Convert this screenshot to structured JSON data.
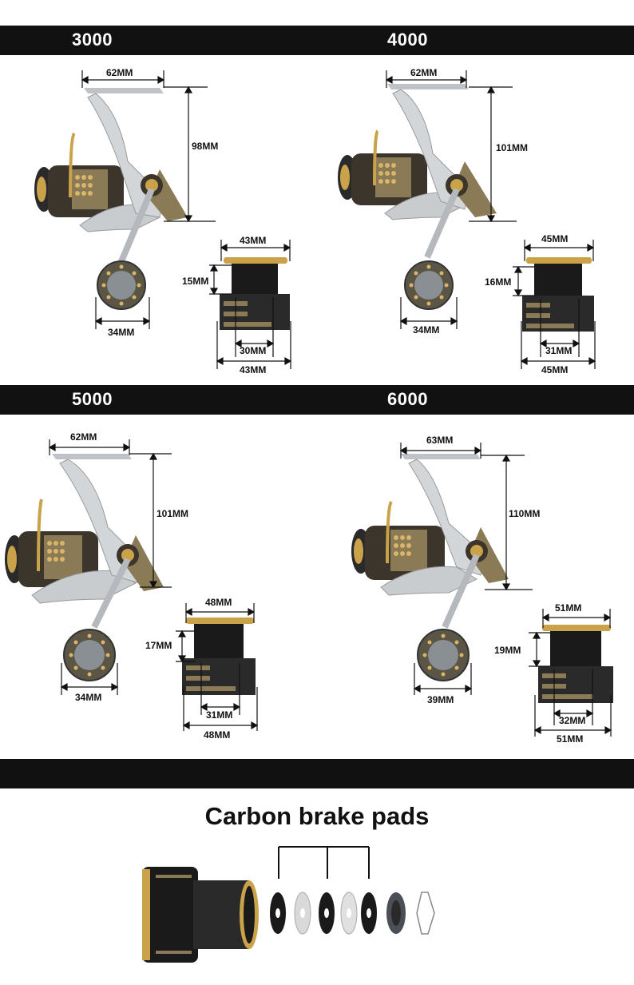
{
  "colors": {
    "bar": "#111111",
    "gold": "#c9a24a",
    "bronze": "#8a7a55",
    "silver": "#c9cccf",
    "black": "#1a1a1a"
  },
  "sections": [
    {
      "model": "3000",
      "handle_width": "62MM",
      "height": "98MM",
      "spool_top": "43MM",
      "spool_depth": "15MM",
      "spool_inner": "30MM",
      "spool_bottom": "43MM",
      "knob": "34MM"
    },
    {
      "model": "4000",
      "handle_width": "62MM",
      "height": "101MM",
      "spool_top": "45MM",
      "spool_depth": "16MM",
      "spool_inner": "31MM",
      "spool_bottom": "45MM",
      "knob": "34MM"
    },
    {
      "model": "5000",
      "handle_width": "62MM",
      "height": "101MM",
      "spool_top": "48MM",
      "spool_depth": "17MM",
      "spool_inner": "31MM",
      "spool_bottom": "48MM",
      "knob": "34MM"
    },
    {
      "model": "6000",
      "handle_width": "63MM",
      "height": "110MM",
      "spool_top": "51MM",
      "spool_depth": "19MM",
      "spool_inner": "32MM",
      "spool_bottom": "51MM",
      "knob": "39MM"
    }
  ],
  "brake": {
    "title": "Carbon brake pads"
  }
}
